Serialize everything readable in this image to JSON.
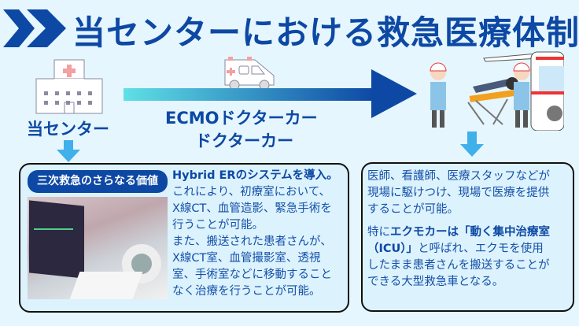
{
  "title": "当センターにおける救急医療体制",
  "center_label": "当センター",
  "transport": {
    "line1": "ECMOドクターカー",
    "line2": "ドクターカー"
  },
  "left_box": {
    "badge": "三次救急のさらなる価値",
    "lead": "Hybrid ERのシステムを導入。",
    "lines": [
      "これにより、初療室において、",
      "X線CT、血管造影、緊急手術を",
      "行うことが可能。",
      "また、搬送された患者さんが、",
      "X線CT室、血管撮影室、透視",
      "室、手術室などに移動すること",
      "なく治療を行うことが可能。"
    ]
  },
  "right_box": {
    "para1": [
      "医師、看護師、医療スタッフなどが",
      "現場に駆けつけ、現場で医療を提供",
      "することが可能。"
    ],
    "para2_prefix": "特に",
    "para2_bold1": "エクモカーは「動く集中治療室",
    "para2_bold2": "（ICU）」",
    "para2_rest1": "と呼ばれ、エクモを使用",
    "para2_lines": [
      "したまま患者さんを搬送することが",
      "できる大型救急車となる。"
    ]
  },
  "colors": {
    "primary": "#0d48a4",
    "background": "#e5f6fe",
    "arrow_light": "#3fb0ea"
  }
}
